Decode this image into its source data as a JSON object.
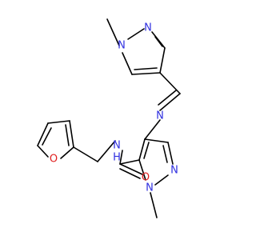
{
  "colors": {
    "bond": "#000000",
    "nitrogen": "#3030e0",
    "oxygen": "#e02020",
    "background": "#ffffff"
  },
  "atoms": {
    "n_methyl_top": "N",
    "n_top_ring": "N",
    "n_imine": "N",
    "n_amide": "N",
    "h_amide": "H",
    "o_furan": "O",
    "o_carbonyl": "O",
    "n_pyrazole_lower_1": "N",
    "n_pyrazole_lower_2": "N"
  }
}
